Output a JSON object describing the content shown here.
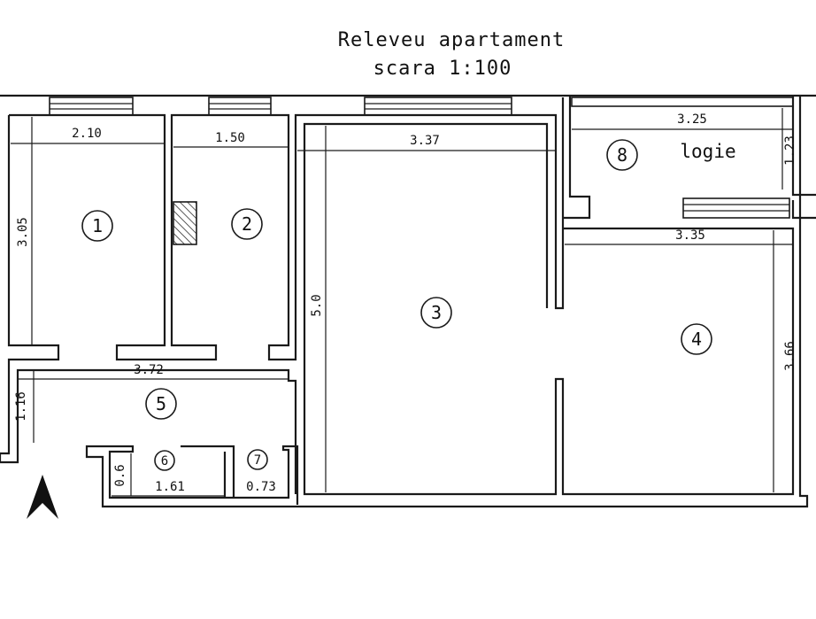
{
  "title": {
    "line1": "Releveu apartament",
    "line2": "scara 1:100"
  },
  "rooms": [
    {
      "label": "1"
    },
    {
      "label": "2"
    },
    {
      "label": "3"
    },
    {
      "label": "4"
    },
    {
      "label": "5"
    },
    {
      "label": "6"
    },
    {
      "label": "7"
    },
    {
      "label": "8"
    }
  ],
  "logie_label": "logie",
  "dimensions": {
    "r1_width": "2.10",
    "r1_height": "3.05",
    "r2_width": "1.50",
    "r3_width": "3.37",
    "r3_height": "5.0",
    "r4_width": "3.35",
    "r4_height": "3.66",
    "r5_width": "3.72",
    "r5_height": "1.16",
    "r6_width": "1.61",
    "r6_height": "0.6",
    "r7_width": "0.73",
    "r8_width": "3.25",
    "r8_height": "1.23"
  }
}
